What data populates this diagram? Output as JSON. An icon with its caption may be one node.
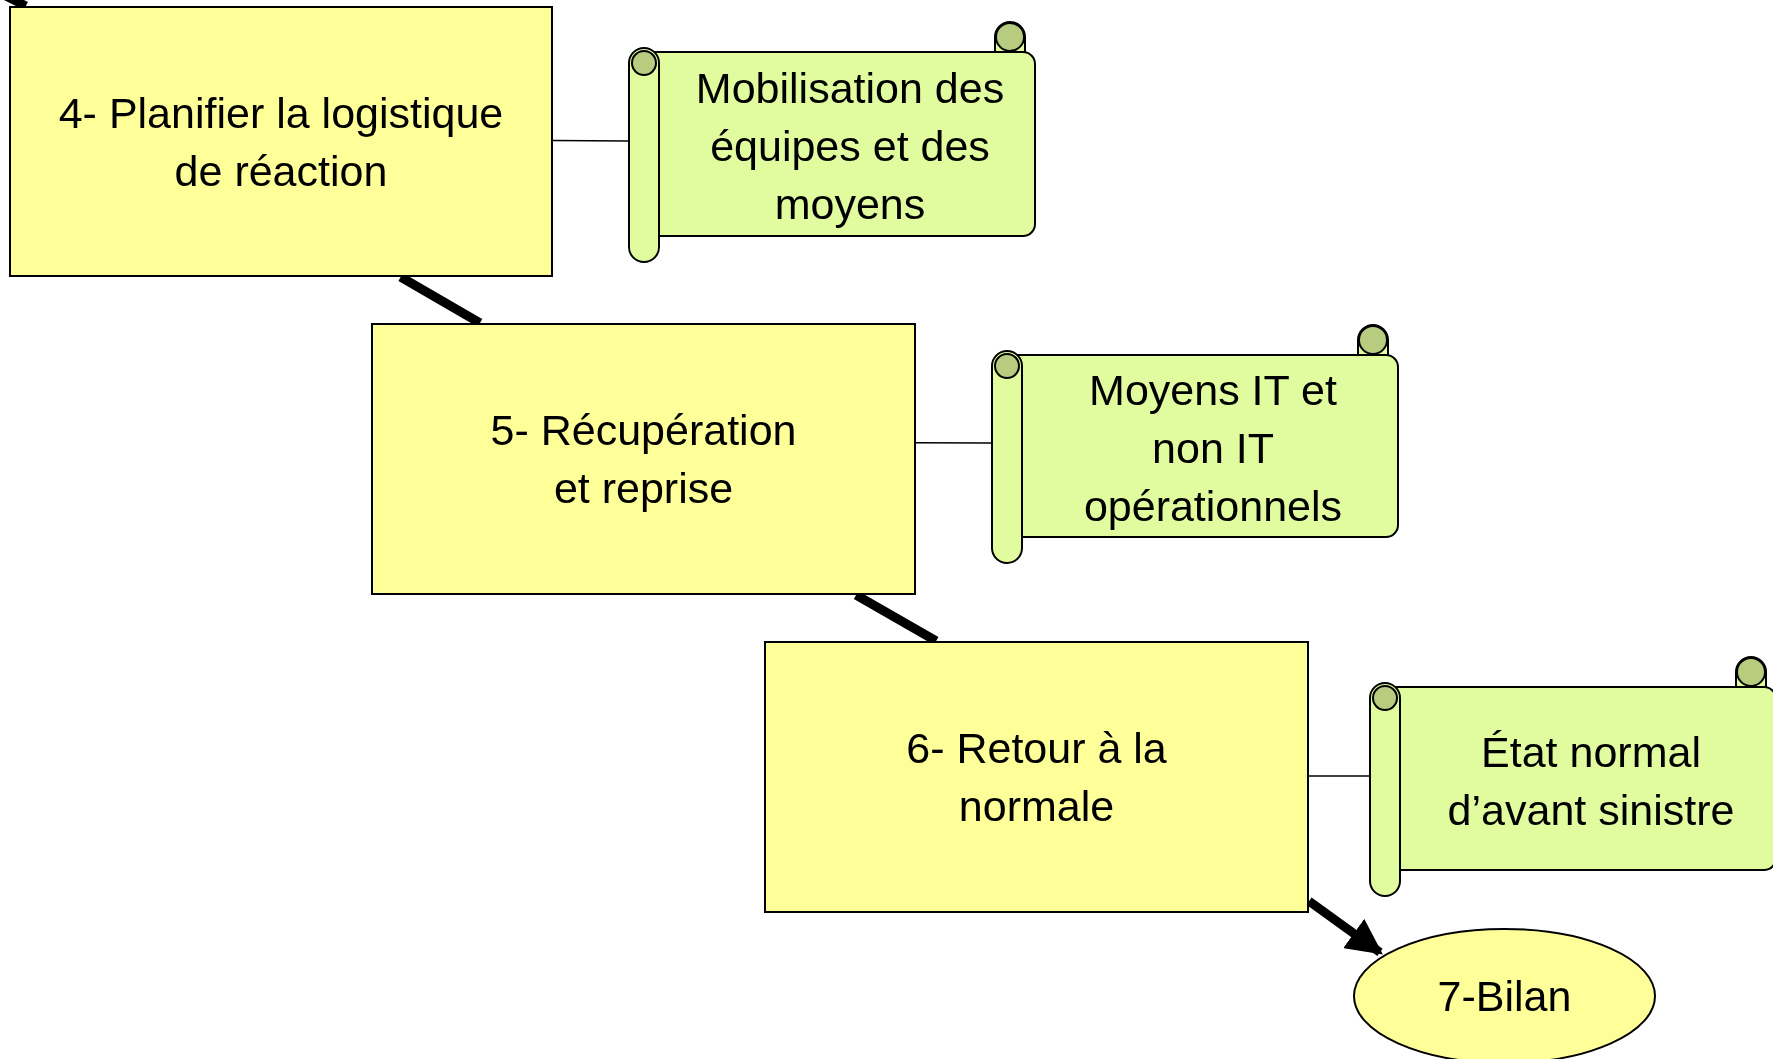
{
  "diagram": {
    "nodes": [
      {
        "text": [
          "4- Planifier la logistique de réaction"
        ]
      },
      {
        "text": [
          "Mobilisation des équipes et des moyens"
        ]
      },
      {
        "text": [
          "5- Récupération et reprise"
        ]
      },
      {
        "text": [
          "Moyens IT et non IT opérationnels"
        ]
      },
      {
        "text": [
          "6- Retour à la normale"
        ]
      },
      {
        "text": [
          "État normal d’avant sinistre"
        ]
      },
      {
        "text": [
          "7-Bilan"
        ]
      }
    ],
    "edges": [
      {
        "from": null,
        "to": 0,
        "arrow": "none"
      },
      {
        "from": 0,
        "to": 1,
        "arrow": "none"
      },
      {
        "from": 0,
        "to": 2,
        "arrow": "none"
      },
      {
        "from": 2,
        "to": 3,
        "arrow": "none"
      },
      {
        "from": 2,
        "to": 4,
        "arrow": "none"
      },
      {
        "from": 4,
        "to": 5,
        "arrow": "none"
      },
      {
        "from": 4,
        "to": 6,
        "arrow": "to"
      }
    ]
  }
}
